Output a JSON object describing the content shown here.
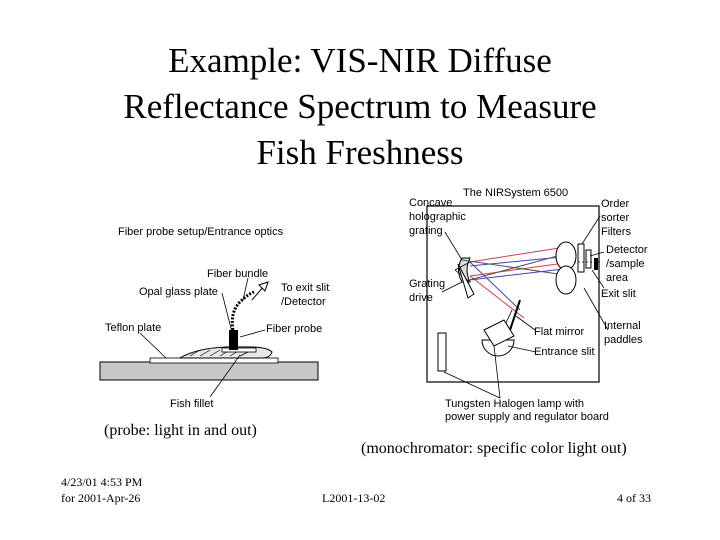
{
  "title": {
    "line1": "Example: VIS-NIR Diffuse",
    "line2": "Reflectance Spectrum to Measure",
    "line3": "Fish Freshness"
  },
  "probe_diagram": {
    "heading": "Fiber probe setup/Entrance optics",
    "fiber_bundle": "Fiber bundle",
    "to_exit_slit": "To exit slit",
    "detector": "/Detector",
    "opal_glass": "Opal glass plate",
    "teflon": "Teflon plate",
    "fiber_probe": "Fiber probe",
    "fish_fillet": "Fish fillet"
  },
  "nir_diagram": {
    "heading": "The NIRSystem 6500",
    "concave": "Concave",
    "holographic": "holographic",
    "grating": "grating",
    "order": "Order",
    "sorter": "sorter",
    "filters": "Filters",
    "detector": "Detector",
    "sample": "/sample",
    "area": "area",
    "exit_slit": "Exit slit",
    "grating_word": "Grating",
    "drive": "drive",
    "flat_mirror": "Flat mirror",
    "internal": "Internal",
    "paddles": "paddles",
    "entrance_slit": "Entrance slit",
    "lamp_line1": "Tungsten Halogen lamp with",
    "lamp_line2": "power supply and regulator board"
  },
  "captions": {
    "probe": "(probe: light in and out)",
    "monochromator": "(monochromator: specific color light out)"
  },
  "footer": {
    "datetime": "4/23/01 4:53 PM",
    "for_date": "for 2001-Apr-26",
    "code": "L2001-13-02",
    "page": "4 of 33"
  },
  "colors": {
    "ray_red": "#d04040",
    "ray_blue": "#4040c0"
  }
}
